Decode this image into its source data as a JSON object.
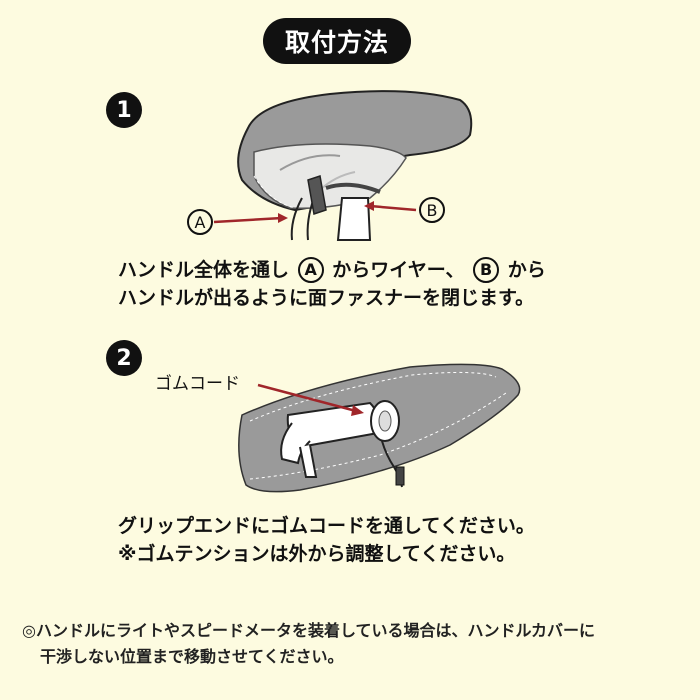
{
  "title": "取付方法",
  "steps": [
    {
      "number": "1",
      "label_a": "A",
      "label_b": "B",
      "caption_line1_part1": "ハンドル全体を通し",
      "caption_line1_a": "A",
      "caption_line1_part2": "からワイヤー、",
      "caption_line1_b": "B",
      "caption_line1_part3": "から",
      "caption_line2": "ハンドルが出るように面ファスナーを閉じます。"
    },
    {
      "number": "2",
      "illus_label": "ゴムコード",
      "caption_line1": "グリップエンドにゴムコードを通してください。",
      "caption_line2": "※ゴムテンションは外から調整してください。"
    }
  ],
  "note_line1": "◎ハンドルにライトやスピードメータを装着している場合は、ハンドルカバーに",
  "note_line2": "干渉しない位置まで移動させてください。",
  "colors": {
    "background": "#fdfbe0",
    "arrow": "#a0262a",
    "cover": "#9a9a9a"
  }
}
